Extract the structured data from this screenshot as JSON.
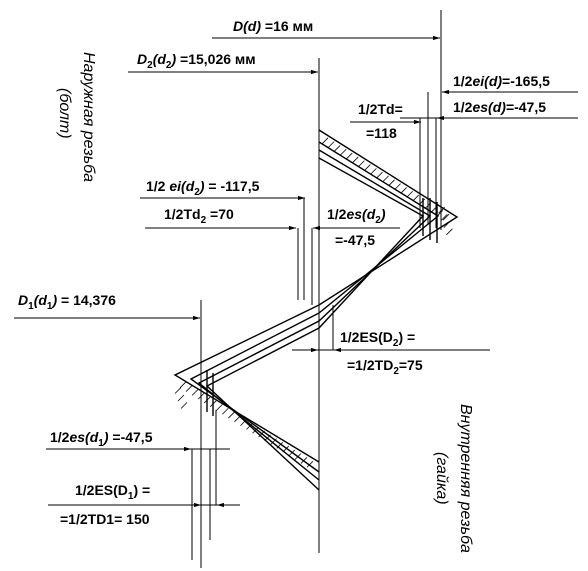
{
  "diagram": {
    "labels": {
      "d_pre": "D",
      "d_it": "(d)",
      "d_val": " =16 мм",
      "d2_pre": "D",
      "d2_sub": "2",
      "d2_open": "(d",
      "d2_sub2": "2",
      "d2_close": ")",
      "d2_val": " =15,026 мм",
      "ei_d_pre": "1/2",
      "ei_d_it": "ei",
      "ei_d_par": "(d)",
      "ei_d_val": "=-165,5",
      "es_d_pre": "1/2",
      "es_d_it": "es",
      "es_d_par": "(d)",
      "es_d_val": "=-47,5",
      "td_line1": "1/2Td=",
      "td_line2": "=118",
      "ei_d2_pre": "1/2 ",
      "ei_d2_it": "ei",
      "ei_d2_open": "(d",
      "ei_d2_sub": "2",
      "ei_d2_close": ")",
      "ei_d2_val": " = -117,5",
      "td2_pre": "1/2Td",
      "td2_sub": "2",
      "td2_val": " =70",
      "es_d2_pre": "1/2",
      "es_d2_it": "es",
      "es_d2_open": "(d",
      "es_d2_sub": "2",
      "es_d2_close": ")",
      "es_d2_line2": "=-47,5",
      "d1_pre": "D",
      "d1_sub": "1",
      "d1_open": "(d",
      "d1_sub2": "1",
      "d1_close": ")",
      "d1_val": " =  14,376",
      "esD2_pre": "1/2ES(D",
      "esD2_sub": "2",
      "esD2_close": ") =",
      "tD2_pre": "=1/2TD",
      "tD2_sub": "2",
      "tD2_val": "=75",
      "es_d1_pre": "1/2",
      "es_d1_it": "es",
      "es_d1_open": "(d",
      "es_d1_sub": "1",
      "es_d1_close": ")",
      "es_d1_val": " =-47,5",
      "esD1_pre": "1/2ES(D",
      "esD1_sub": "1",
      "esD1_close": ") =",
      "tD1_line": "=1/2TD1= 150",
      "external_line1": "Наружная резьба",
      "external_line2": "(болт)",
      "internal_line1": "Внутренняя резьба",
      "internal_line2": "(гайка)"
    }
  }
}
